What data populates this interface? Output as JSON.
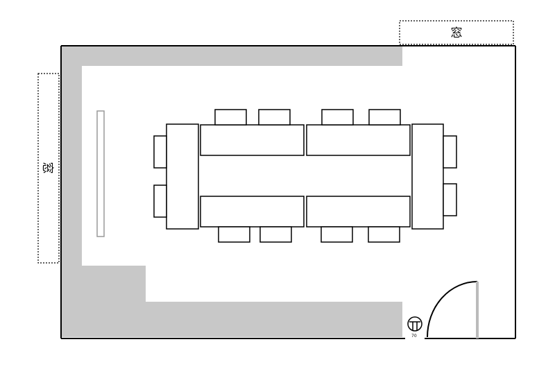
{
  "plan": {
    "window_top_label": "窓",
    "window_left_label": "窓",
    "fixture_label": "70"
  },
  "colors": {
    "line": "#000000",
    "fill_grey": "#c8c8c8",
    "window_border": "#000000",
    "background": "#ffffff"
  },
  "icons": {
    "fixture": "round-fixture-icon",
    "door": "swing-door-icon"
  }
}
